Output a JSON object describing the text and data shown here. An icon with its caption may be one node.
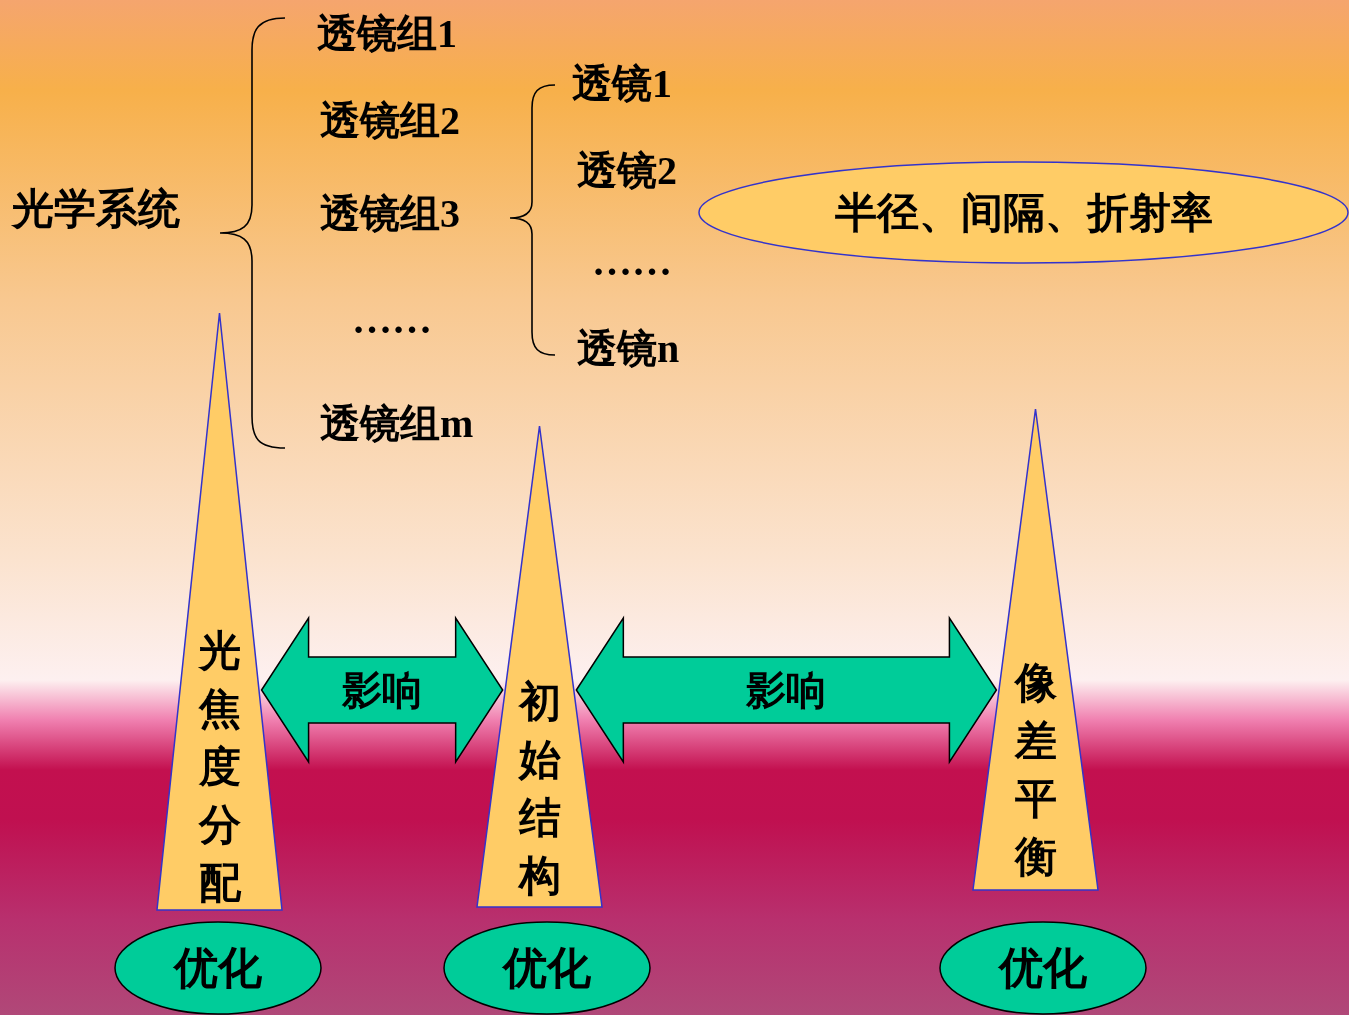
{
  "diagram": {
    "nodes": [
      {
        "text": [
          "半径、间隔、折射率"
        ]
      },
      {
        "text": [
          "光焦度分配"
        ]
      },
      {
        "text": [
          "初始结构"
        ]
      },
      {
        "text": [
          "像差平衡"
        ]
      },
      {
        "text": [
          "优化"
        ]
      },
      {
        "text": [
          "优化"
        ]
      },
      {
        "text": [
          "优化"
        ]
      }
    ],
    "edges": [
      {
        "from": 1,
        "to": 2,
        "arrow": "both",
        "label": "影响"
      },
      {
        "from": 2,
        "to": 3,
        "arrow": "both",
        "label": "影响"
      }
    ],
    "labels": [
      "透镜组1",
      "透镜组2",
      "光学系统",
      "透镜组3",
      "……",
      "透镜组m",
      "透镜1",
      "透镜2",
      "……",
      "透镜n"
    ]
  }
}
